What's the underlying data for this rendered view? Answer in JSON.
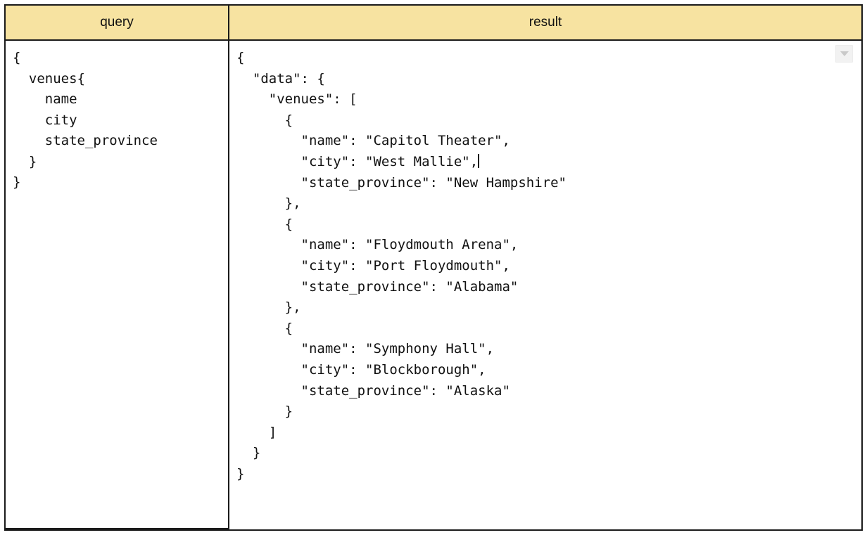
{
  "table": {
    "columns": [
      {
        "key": "query",
        "label": "query"
      },
      {
        "key": "result",
        "label": "result"
      }
    ],
    "header_background": "#f7e3a1",
    "border_color": "#1a1a1a",
    "cell_background": "#ffffff"
  },
  "query_cell": {
    "language": "graphql",
    "code": "{\n  venues{\n    name\n    city\n    state_province\n  }\n}"
  },
  "result_cell": {
    "language": "json",
    "code_before_caret": "{\n  \"data\": {\n    \"venues\": [\n      {\n        \"name\": \"Capitol Theater\",\n        \"city\": \"West Mallie\",",
    "code_after_caret": "\n        \"state_province\": \"New Hampshire\"\n      },\n      {\n        \"name\": \"Floydmouth Arena\",\n        \"city\": \"Port Floydmouth\",\n        \"state_province\": \"Alabama\"\n      },\n      {\n        \"name\": \"Symphony Hall\",\n        \"city\": \"Blockborough\",\n        \"state_province\": \"Alaska\"\n      }\n    ]\n  }\n}",
    "has_text_caret": true,
    "caret_after_text": "\"city\": \"West Mallie\",",
    "scroll_affordance_icon": "chevron-down-icon"
  },
  "result_data": {
    "data": {
      "venues": [
        {
          "name": "Capitol Theater",
          "city": "West Mallie",
          "state_province": "New Hampshire"
        },
        {
          "name": "Floydmouth Arena",
          "city": "Port Floydmouth",
          "state_province": "Alabama"
        },
        {
          "name": "Symphony Hall",
          "city": "Blockborough",
          "state_province": "Alaska"
        }
      ]
    }
  }
}
